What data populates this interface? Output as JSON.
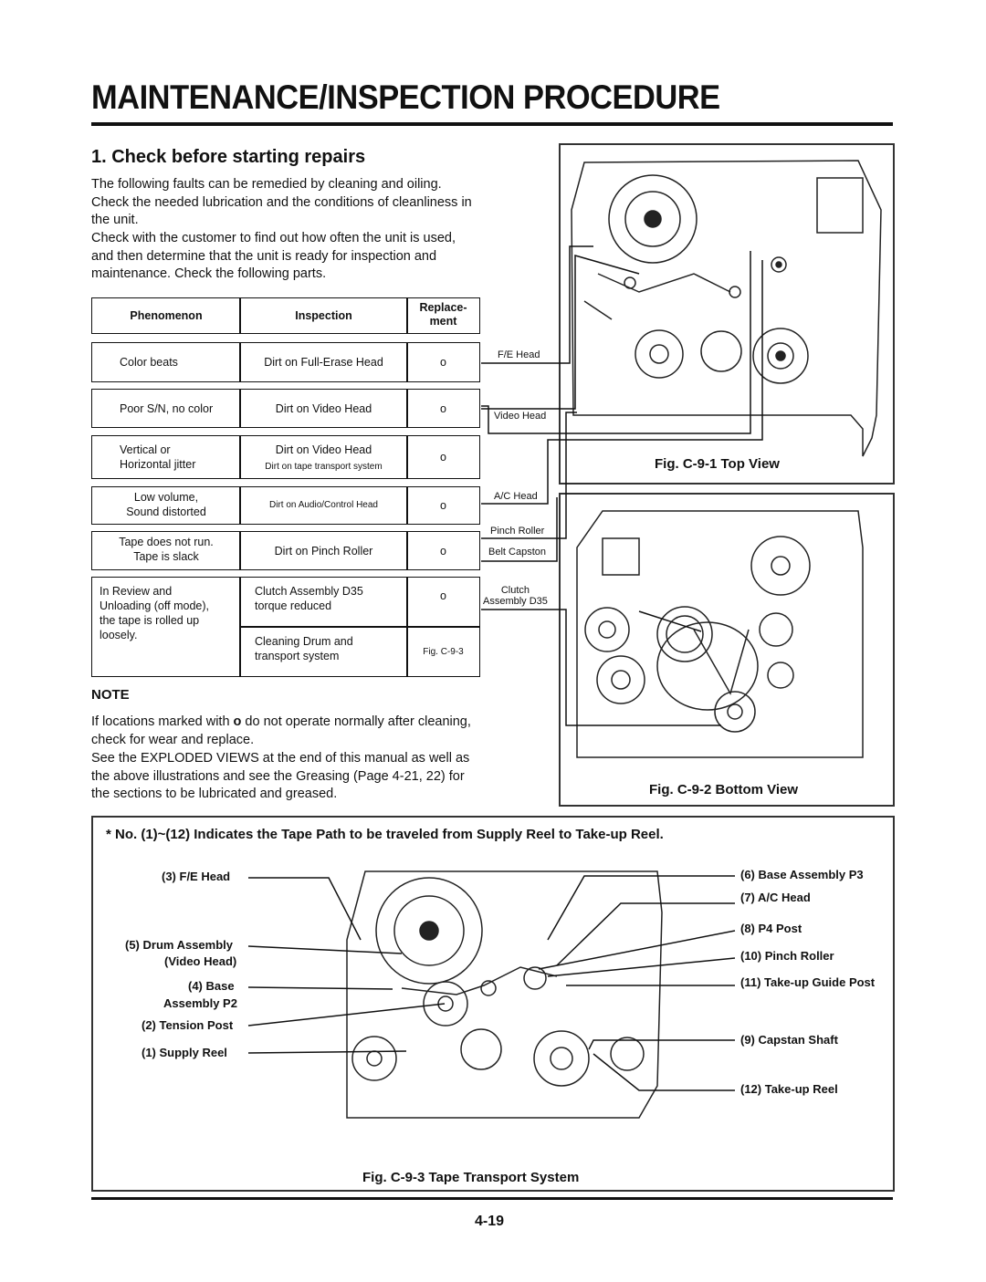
{
  "page_title": "MAINTENANCE/INSPECTION PROCEDURE",
  "section_title": "1. Check before starting repairs",
  "intro_paragraphs": [
    "The following faults can be remedied by cleaning and oiling. Check the needed lubrication and the conditions of cleanliness in the unit.",
    "Check with the customer to find out how often the unit is used, and then determine that the unit is ready for inspection and maintenance. Check the following parts."
  ],
  "table": {
    "headers": [
      "Phenomenon",
      "Inspection",
      "Replace-\nment"
    ],
    "rows": [
      {
        "phenomenon": "Color beats",
        "inspection": "Dirt on Full-Erase Head",
        "replacement": "o"
      },
      {
        "phenomenon": "Poor S/N, no color",
        "inspection": "Dirt on Video Head",
        "replacement": "o"
      },
      {
        "phenomenon": "Vertical or\nHorizontal jitter",
        "inspection": "Dirt on Video Head",
        "inspection_small": "Dirt on tape transport system",
        "replacement": "o"
      },
      {
        "phenomenon": "Low volume,\nSound distorted",
        "inspection_small": "Dirt on Audio/Control Head",
        "replacement": "o"
      },
      {
        "phenomenon": "Tape does not run.\nTape is slack",
        "inspection": "Dirt on Pinch Roller",
        "replacement": "o"
      },
      {
        "phenomenon": "In Review and\nUnloading (off mode),\nthe tape is rolled up\nloosely.",
        "inspection": "Clutch Assembly D35\ntorque reduced",
        "replacement": "o",
        "inspection2": "Cleaning Drum and\ntransport system",
        "replacement2": "Fig. C-9-3"
      }
    ]
  },
  "callouts": [
    "F/E Head",
    "Video Head",
    "A/C Head",
    "Pinch Roller",
    "Belt Capston",
    "Clutch\nAssembly D35"
  ],
  "note": {
    "heading": "NOTE",
    "text1_before": "If locations marked with ",
    "text1_marker": "o",
    "text1_after": " do not operate normally after cleaning, check for wear and replace.",
    "text2": "See the EXPLODED VIEWS at the end of this manual as well as the above illustrations and see the Greasing (Page 4-21, 22) for the sections to be lubricated and greased."
  },
  "fig1_caption": "Fig. C-9-1 Top View",
  "fig2_caption": "Fig. C-9-2 Bottom View",
  "tape_path_note": "* No. (1)~(12) Indicates the Tape Path to be traveled from Supply Reel to Take-up Reel.",
  "fig3": {
    "caption": "Fig. C-9-3 Tape Transport System",
    "left_labels": [
      "(3) F/E Head",
      "(5) Drum Assembly",
      "(Video Head)",
      "(4) Base",
      "Assembly P2",
      "(2) Tension Post",
      "(1) Supply Reel"
    ],
    "right_labels": [
      "(6) Base Assembly P3",
      "(7) A/C Head",
      "(8) P4 Post",
      "(10) Pinch Roller",
      "(11) Take-up Guide Post",
      "(9) Capstan Shaft",
      "(12) Take-up Reel"
    ]
  },
  "page_number": "4-19"
}
